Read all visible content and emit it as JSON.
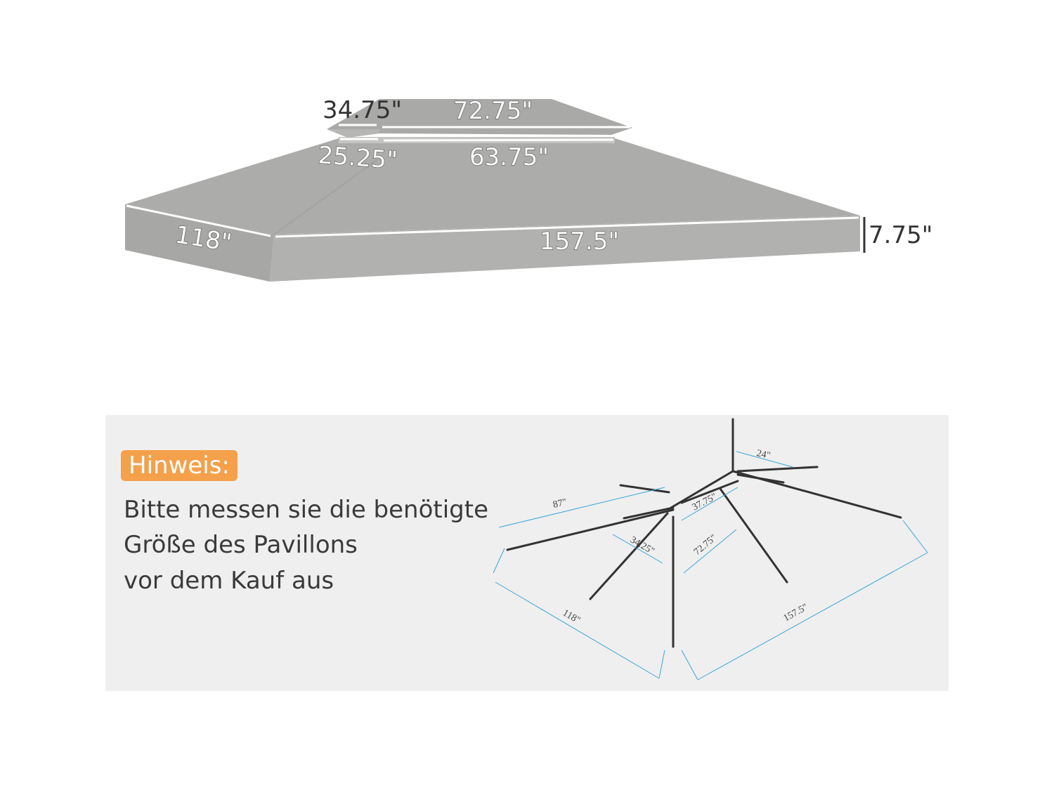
{
  "canopy": {
    "top_tier_width": "34.75\"",
    "top_tier_length": "72.75\"",
    "vent_width": "25.25\"",
    "vent_length": "63.75\"",
    "width": "118\"",
    "length": "157.5\"",
    "height": "7.75\"",
    "fabric_color": "#b5b5b3",
    "fabric_top_color": "#acacaa"
  },
  "note": {
    "badge": "Hinweis:",
    "lines": [
      "Bitte messen sie die benötigte",
      "Größe des Pavillons",
      "vor dem Kauf aus"
    ],
    "badge_color": "#f5a04a"
  },
  "frame": {
    "dim_24": "24\"",
    "dim_87": "87\"",
    "dim_37_75": "37.75\"",
    "dim_34_25": "34.25\"",
    "dim_72_75": "72.75\"",
    "dim_118": "118\"",
    "dim_157_5": "157.5\"",
    "frame_color": "#333333",
    "dimension_color": "#3aa6d8"
  }
}
